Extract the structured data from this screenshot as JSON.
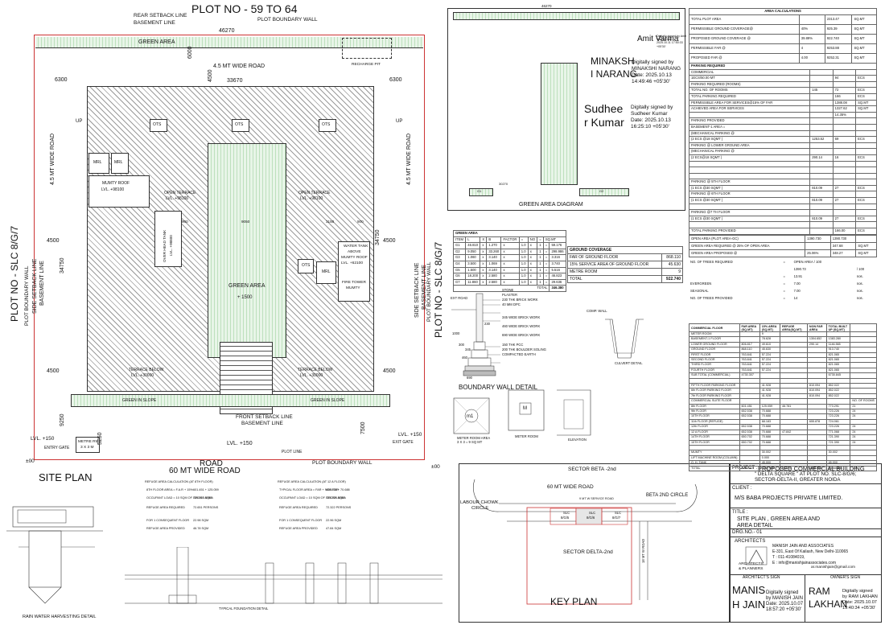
{
  "site_plan": {
    "plot_title": "PLOT NO - 59 TO 64",
    "rear_setback": "REAR SETBACK LINE",
    "basement_line": "BASEMENT LINE",
    "plot_boundary_wall": "PLOT BOUNDARY WALL",
    "dim_46270": "46270",
    "dim_33670": "33670",
    "dim_6300_left": "6300",
    "dim_6300_right": "6300",
    "dim_6000_a": "6000",
    "dim_6000_b": "6000",
    "dim_4500_top": "4500",
    "green_area_top": "GREEN AREA",
    "road_45_top": "4.5 MT WIDE ROAD",
    "recharge_pit": "RECHARGE PIT",
    "up_left": "UP",
    "up_right": "UP",
    "road_45_left": "4.5 MT WIDE ROAD",
    "road_45_right": "4.5 MT WIDE ROAD",
    "ots_1": "OTS",
    "ots_2": "OTS",
    "ots_3": "OTS",
    "ots_4": "OTS",
    "mrl_1": "MRL",
    "mrl_2": "MRL",
    "mumty_roof": "MUMTY ROOF",
    "mumty_lvl": "LVL. +98100",
    "open_terrace_l": "OPEN TERRACE",
    "open_terrace_l_lvl": "LVL. +98100",
    "open_terrace_r": "OPEN TERRACE",
    "open_terrace_r_lvl": "LVL. +98100",
    "ohwt": "OVER HEAD TANK",
    "ohwt_lvl": "LVL. +98800",
    "green_area_center": "GREEN AREA",
    "green_area_center_lvl": "+ 1500",
    "dim_900_l": "900",
    "dim_9050": "9050",
    "dim_3150": "3150",
    "dim_900_r": "900",
    "dim_4500_l": "4500",
    "dim_4500_r": "4500",
    "dim_34750_l": "34750",
    "dim_34750_r": "34750",
    "dim_4500_ll": "4500",
    "dim_4500_rr": "4500",
    "water_tank": "WATER TANK",
    "water_tank_2": "ABOVE",
    "water_tank_3": "MUMTY ROOF",
    "water_tank_lvl": "LVL. +62100",
    "fire_tower": "FIRE TOWER",
    "fire_tower_2": "MUMTY",
    "terrace_below_l": "TERRACE BELOW",
    "terrace_below_l_lvl": "LVL. +30000",
    "terrace_below_r": "TERRACE BELOW",
    "terrace_below_r_lvl": "LVL. +30000",
    "green_slope_l": "GREEN IN SLOPE",
    "green_slope_r": "GREEN IN SLOPE",
    "front_setback": "FRONT SETBACK LINE",
    "front_basement": "BASEMENT LINE",
    "side_setback": "SIDE SETBACK LINE",
    "side_basement": "BASEMENT LINE",
    "side_boundary_l": "PLOT BOUNDARY WALL",
    "side_setback_r": "SIDE SETBACK LINE",
    "side_basement_r": "BASEMENT LINE",
    "side_boundary_r": "PLOT BOUNDARY WALL",
    "slc_left": "PLOT NO - SLC 8/G/7",
    "slc_right": "PLOT NO - SLC 8/G/7",
    "dim_9250": "9250",
    "dim_5250": "5250",
    "dim_7500": "7500",
    "metre_rm": "METRE RM",
    "metre_rm_size": "3 X 3 M",
    "lvl_150_l": "LVL. +150",
    "lvl_150_c": "LVL. +150",
    "lvl_150_r": "LVL. +150",
    "entry_gate": "ENTRY GATE",
    "exit_gate": "EXIT GATE",
    "plot_line": "PLOT LINE",
    "road_label": "ROAD",
    "road_60": "60 MT WIDE ROAD",
    "bottom_boundary": "PLOT BOUNDARY WALL",
    "pm00_l": "±00",
    "pm00_r": "±00",
    "site_plan_title": "SITE PLAN",
    "rain_water": "RAIN WATER HARVESTING DETAIL"
  },
  "green_diagram": {
    "title": "GREEN AREA DIAGRAM",
    "top_dim": "46270",
    "dim_30270": "30270",
    "g1": "G1",
    "g2": "G2"
  },
  "signatures": {
    "amit_name": "Amit Varma",
    "amit_text": "Digitally signed by Amit Varma Date: 2025.10.11 17:50:33 +05'30'",
    "minakshi_name_1": "MINAKSH",
    "minakshi_name_2": "I NARANG",
    "minakshi_text_1": "Digitally signed by",
    "minakshi_text_2": "MINAKSHI NARANG",
    "minakshi_text_3": "Date: 2025.10.13",
    "minakshi_text_4": "14:49:46 +05'30'",
    "sudheer_name_1": "Sudhee",
    "sudheer_name_2": "r Kumar",
    "sudheer_text_1": "Digitally signed by",
    "sudheer_text_2": "Sudheer Kumar",
    "sudheer_text_3": "Date: 2025.10.13",
    "sudheer_text_4": "16:25:10 +05'30'",
    "manish_name_1": "MANIS",
    "manish_name_2": "H JAIN",
    "manish_text_1": "Digitally signed",
    "manish_text_2": "by MANISH JAIN",
    "manish_text_3": "Date: 2025.10.07",
    "manish_text_4": "18:57:20 +05'30'",
    "ram_name_1": "RAM",
    "ram_name_2": "LAKHAN",
    "ram_text_1": "Digitally signed",
    "ram_text_2": "by RAM LAKHAN",
    "ram_text_3": "Date: 2025.10.07",
    "ram_text_4": "19:40:34 +05'30'"
  },
  "green_area_table": {
    "title": "GREEN AREA",
    "headers": [
      "ITEM",
      "L",
      "X",
      "B",
      "FACTOR",
      "=",
      "NO",
      "=",
      "SQ.MT"
    ],
    "rows": [
      [
        "G1",
        "46.810",
        "x",
        "1.270",
        "x",
        "1.0",
        "x",
        "1",
        "=",
        "59.176"
      ],
      [
        "G2",
        "9.050",
        "x",
        "33.260",
        "x",
        "1.0",
        "x",
        "1",
        "=",
        "298.986"
      ],
      [
        "G3",
        "1.060",
        "x",
        "3.140",
        "x",
        "1.0",
        "x",
        "1",
        "=",
        "3.316"
      ],
      [
        "G4",
        "3.500",
        "x",
        "1.069",
        "x",
        "1.0",
        "x",
        "1",
        "=",
        "3.740"
      ],
      [
        "G5",
        "1.500",
        "x",
        "3.140",
        "x",
        "1.0",
        "x",
        "1",
        "=",
        "5.516"
      ],
      [
        "G6",
        "18.200",
        "x",
        "2.580",
        "x",
        "1.0",
        "x",
        "1",
        "=",
        "46.823"
      ],
      [
        "G7",
        "11.860",
        "x",
        "2.580",
        "x",
        "1.0",
        "x",
        "1",
        "=",
        "29.636"
      ]
    ],
    "total_label": "TOTAL",
    "total_value": "346.380"
  },
  "ground_coverage": {
    "title": "GROUND COVERAGE",
    "rows": [
      [
        "FAR OF GROUND FLOOR",
        "868.110"
      ],
      [
        "15% SERVICE AREA OF GROUND FLOOR",
        "45.630"
      ],
      [
        "METRE ROOM",
        "9"
      ],
      [
        "TOTAL",
        "922.740"
      ]
    ]
  },
  "boundary_wall": {
    "title": "BOUNDARY WALL DETAIL",
    "ext_road": "EXT ROAD",
    "stone": "STONE",
    "plaster": "PLASTER",
    "brick_230": "230 THK BRICK WORK",
    "dpc": "40 MM DPC",
    "brick_345": "345 WIDE BRICK WORK",
    "brick_460": "460 WIDE BRICK WORK",
    "brick_690": "690 WIDE BRICK WORK",
    "pcc": "150 THK PCC",
    "soling": "200 THK BOULDER SOLING",
    "earth": "COMPACTED EARTH",
    "d1000": "1000",
    "d300": "300",
    "d230": "230",
    "d345": "345",
    "d460": "460",
    "d690": "690",
    "comp_wall": "COMP. WALL",
    "culvert": "CULVERT DETAIL",
    "meter_area": "METER ROOM AREA",
    "meter_area_2": "3 X 3 = 9 SQ MT",
    "meter_room": "METER ROOM",
    "elevation": "ELEVATION",
    "m1": "m1",
    "m": "M"
  },
  "key_plan": {
    "sector_beta": "SECTOR BETA -2nd",
    "road_60": "60 MT WIDE ROAD",
    "labour_chowk": "LABOUR CHOWK",
    "circle": "CIRCLE",
    "beta_2nd": "BETA 2ND CIRCLE",
    "service_road": "9 MT W SERVICE ROAD",
    "slc1": "SLC",
    "slc1b": "8/G/5",
    "slc2": "SLC",
    "slc2b": "8/G/6",
    "slc3": "SLC",
    "slc3b": "8/G/7",
    "road_18": "18 MT W ROAD",
    "sector_delta": "SECTOR DELTA-2nd",
    "title": "KEY PLAN"
  },
  "title_block": {
    "project_label": "PROJECT :",
    "project_1": "PROPOSED COMMERCIAL BUILDING",
    "project_2": "\" DELTA SQUARE \" AT PLOT NO. SLC-8/G/6;",
    "project_3": "SECTOR-DELTA-II, GREATER NOIDA",
    "client_label": "CLIENT :",
    "client": "M/S BABA PROJECTS PRIVATE LIMITED.",
    "title_label": "TITLE :",
    "title_1": "SITE PLAN , GREEN AREA AND",
    "title_2": "AREA DETAIL",
    "drg_no": "DRG.NO.- 01",
    "architects": "ARCHITECTS",
    "arch_planners": "ARCHITECTS",
    "arch_planners_2": "& PLANNERS",
    "firm": "MANISH JAIN AND ASSOCIATES",
    "firm_addr": "E-331, East Of Kailash, New Delhi-110065",
    "firm_tel": "T : 011-41084019,",
    "firm_email": "E : info@manishjainassociates.com",
    "firm_email2": "ar.manishjain@gmail.com",
    "arch_sign": "ARCHITECT'S SIGN",
    "owner_sign": "OWNER'S SIGN"
  },
  "area_calc": {
    "title": "AREA CALCULATIONS",
    "rows": [
      [
        "TOTAL PLOT AREA",
        "",
        "2313.47",
        "SQ.MT"
      ],
      [
        "PERMISSIBLE GROUND COVERAGE@",
        "40%",
        "925.39",
        "SQ.MT"
      ],
      [
        "PROPOSED GROUND COVERAGE @",
        "39.89%",
        "922.740",
        "SQ.MT"
      ],
      [
        "PERMISSIBLE FAR @",
        "4",
        "9253.88",
        "SQ.MT"
      ],
      [
        "PROPOSED FAR @",
        "4.00",
        "9252.31",
        "SQ.MT"
      ]
    ]
  },
  "parking": {
    "title": "PARKING REQUIRED",
    "rows": [
      [
        "COMMERCIAL",
        "",
        "",
        ""
      ],
      [
        "1ECS/50.00 MT",
        "",
        "94",
        "ECS"
      ],
      [
        "PARKING REQUIRED (ROOMS)",
        "",
        "",
        ""
      ],
      [
        "TOTAL NO. OF ROOMS",
        "145",
        "72",
        "ECS"
      ],
      [
        "TOTAL PARKING REQUIRED",
        "",
        "166",
        "ECS"
      ],
      [
        "PERMISSIBLE AREA FOR SERVICES@15% OF FAR",
        "",
        "1388.08",
        "SQ.MT"
      ],
      [
        "ACHIEVED AREA FOR SERVICES",
        "",
        "1327.62",
        "SQ.MT"
      ],
      [
        "",
        "",
        "14.35%",
        ""
      ],
      [
        "PARKING PROVIDED",
        "",
        "",
        ""
      ],
      [
        "BASEMENT-1 AREA =",
        "",
        "",
        ""
      ],
      [
        "(MECHANICAL PARKING @",
        "",
        "",
        ""
      ],
      [
        "(2 ECS @18 SQMT )",
        "1253.52",
        "69",
        "ECS"
      ],
      [
        "PARKING @ LOWER GROUND AREA",
        "",
        "",
        ""
      ],
      [
        "(MECHANICAL PARKING @",
        "",
        "",
        ""
      ],
      [
        "(2 ECS@18 SQMT )",
        "290.14",
        "16",
        "ECS"
      ],
      [
        "",
        "",
        "",
        ""
      ],
      [
        "",
        "",
        "",
        ""
      ],
      [
        "",
        "",
        "",
        ""
      ],
      [
        "PARKING @ 5TH FLOOR",
        "",
        "",
        ""
      ],
      [
        "(1 ECS @30 SQMT )",
        "810.09",
        "27",
        "ECS"
      ],
      [
        "PARKING @ 6TH FLOOR",
        "",
        "",
        ""
      ],
      [
        "(1 ECS @30 SQMT )",
        "810.09",
        "27",
        "ECS"
      ],
      [
        "",
        "",
        "",
        ""
      ],
      [
        "PARKING @7 TH FLOOR",
        "",
        "",
        ""
      ],
      [
        "(1 ECS @30 SQMT )",
        "810.09",
        "27",
        "ECS"
      ],
      [
        "",
        "",
        "",
        ""
      ],
      [
        "TOTAL PARKING PROVIDED",
        "",
        "166.00",
        "ECS"
      ]
    ]
  },
  "open_area": {
    "rows": [
      [
        "OPEN AREA (PLOT AREA-GC)",
        "1390.730",
        "1390.730",
        ""
      ],
      [
        "GREEN AREA REQUIRED @ 25% OF OPEN AREA",
        "",
        "347.68",
        "SQ.MT"
      ],
      [
        "GREEN AREA PROPOSED @",
        "25.06%",
        "348.27",
        "SQ.MT"
      ]
    ]
  },
  "trees": {
    "rows": [
      [
        "NO. OF TREES REQUIRED",
        "=",
        "OPEN AREA / 100",
        ""
      ],
      [
        "",
        "",
        "1390.73",
        "/ 100"
      ],
      [
        "",
        "=",
        "13.91",
        "nos."
      ],
      [
        "EVERGREEN",
        "=",
        "7.00",
        "nos."
      ],
      [
        "SEASONAL",
        "=",
        "7.00",
        "nos."
      ],
      [
        "NO. OF TREES PROVIDED",
        "=",
        "14",
        "nos."
      ]
    ]
  },
  "floor_table": {
    "headers": [
      "COMMERCIAL FLOOR",
      "FAR AREA (SQ.MT)",
      "15% AREA (SQ.MT)",
      "REFUGE AREA(SQ.MT)",
      "NON FAR AREA",
      "TOTAL BUILT UP (SQ.MT)",
      ""
    ],
    "rows": [
      [
        "METER ROOM",
        "",
        "9",
        "",
        "",
        "",
        ""
      ],
      [
        "BASEMENT-1 FLOOR",
        "",
        "78.628",
        "",
        "1304.652",
        "1383.280",
        ""
      ],
      [
        "LOWER GROUND FLOOR",
        "806.817",
        "49.610",
        "",
        "290.14",
        "1146.565",
        ""
      ],
      [
        "GROUND FLOOR",
        "868.110",
        "45.630",
        "",
        "",
        "913.740",
        ""
      ],
      [
        "FIRST FLOOR",
        "763.841",
        "57.224",
        "",
        "",
        "821.065",
        ""
      ],
      [
        "SECOND FLOOR",
        "763.841",
        "57.224",
        "",
        "",
        "821.065",
        ""
      ],
      [
        "THIRD FLOOR",
        "763.841",
        "57.224",
        "",
        "",
        "821.065",
        ""
      ],
      [
        "FOURTH FLOOR",
        "763.841",
        "57.224",
        "",
        "",
        "821.065",
        ""
      ],
      [
        "SUB TOTAL (COMMERCIAL)",
        "4730.307",
        "",
        "",
        "",
        "6730.845",
        ""
      ],
      [
        "",
        "",
        "",
        "",
        "",
        "",
        ""
      ],
      [
        "FIFTH FLOOR PARKING FLOOR",
        "",
        "41.928",
        "",
        "810.094",
        "852.022",
        ""
      ],
      [
        "6th FLOOR PARKING FLOOR",
        "",
        "41.928",
        "",
        "810.094",
        "852.022",
        ""
      ],
      [
        "7th FLOOR PARKING FLOOR",
        "",
        "41.928",
        "",
        "810.094",
        "852.022",
        ""
      ],
      [
        "COMMERCIAL SUITE FLOOR",
        "",
        "",
        "",
        "",
        "",
        "NO. OF ROOMS"
      ],
      [
        "8th FLOOR",
        "601.451",
        "125.059",
        "46.781",
        "",
        "773.291",
        "21"
      ],
      [
        "9th FLOOR",
        "652.538",
        "70.688",
        "",
        "",
        "723.226",
        "24"
      ],
      [
        "10TH FLOOR",
        "652.538",
        "70.688",
        "",
        "",
        "723.226",
        "24"
      ],
      [
        "11th FLOOR (REFUGE)",
        "",
        "68.183",
        "",
        "655.878",
        "724.061",
        ""
      ],
      [
        "12th FLOOR",
        "652.538",
        "70.688",
        "",
        "",
        "723.226",
        "24"
      ],
      [
        "12 A FLOOR",
        "652.538",
        "70.688",
        "47.842",
        "",
        "771.068",
        "24"
      ],
      [
        "14TH FLOOR",
        "650.702",
        "70.688",
        "",
        "",
        "721.390",
        "24"
      ],
      [
        "15TH FLOOR",
        "650.702",
        "70.688",
        "",
        "",
        "721.390",
        "24"
      ],
      [
        "",
        "",
        "",
        "",
        "",
        "",
        ""
      ],
      [
        "MUMTY",
        "",
        "30.002",
        "",
        "",
        "30.002",
        ""
      ],
      [
        "LIFT MACHINE ROOM (COLUMN)",
        "",
        "0.000",
        "",
        "",
        "",
        ""
      ],
      [
        "O. H. TANK",
        "",
        "45.000",
        "",
        "",
        "45.000",
        ""
      ],
      [
        "TOTAL",
        "9252.315",
        "1292.985",
        "94.624",
        "4680.955",
        "15360.864",
        "145"
      ]
    ]
  },
  "refuge_notes": {
    "title_1": "REFUGE AREA CALCULATION (AT 8TH FLOOR)",
    "title_2": "REFUGE AREA CALCULATION (AT 12 A FLOOR)",
    "lines_1": [
      "8TH FLOOR AREA = F.A.R + 15%",
      "OCCUPANT LOAD = 10 SQM OF GROSS AREA",
      "REFUGE AREA REQUIRED",
      "FOR 1 CONSEQUENT FLOOR",
      "REFUGE AREA PROVIDED"
    ],
    "lines_2": [
      "TYPICAL FLOOR AREA = FAR + NON FAR",
      "OCCUPANT LOAD = 10 SQM OF GROSS AREA",
      "REFUGE AREA REQUIRED",
      "FOR 1 CONSEQUENT FLOOR",
      "REFUGE AREA PROVIDED"
    ],
    "vals_1": [
      "601.451 + 125.059",
      "726.510 SQM",
      "72.651 PERSONS",
      "22.98 SQM",
      "46.78 SQM"
    ],
    "vals_2": [
      "652.538 + 70.688",
      "723.226 SQM",
      "72.322 PERSONS",
      "22.96 SQM",
      "47.84 SQM"
    ]
  },
  "sections": {
    "typical_foundation": "TYPICAL FOUNDATION DETAIL"
  }
}
